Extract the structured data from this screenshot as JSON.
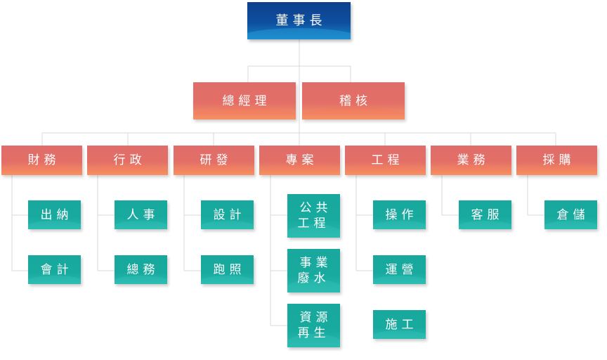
{
  "chairman": "董事長",
  "level2": [
    "總經理",
    "稽核"
  ],
  "departments": [
    {
      "name": "財務",
      "subs": [
        "出納",
        "會計"
      ]
    },
    {
      "name": "行政",
      "subs": [
        "人事",
        "總務"
      ]
    },
    {
      "name": "研發",
      "subs": [
        "設計",
        "跑照"
      ]
    },
    {
      "name": "專案",
      "subs": [
        "公共\n工程",
        "事業\n廢水",
        "資源\n再生"
      ]
    },
    {
      "name": "工程",
      "subs": [
        "操作",
        "運營",
        "施工"
      ]
    },
    {
      "name": "業務",
      "subs": [
        "客服"
      ]
    },
    {
      "name": "採購",
      "subs": [
        "倉儲"
      ]
    }
  ],
  "colors": {
    "chairman": "#0e4f9f",
    "manager": "#e36e66",
    "unit": "#19aa9f",
    "connector": "#d8d8d8"
  }
}
